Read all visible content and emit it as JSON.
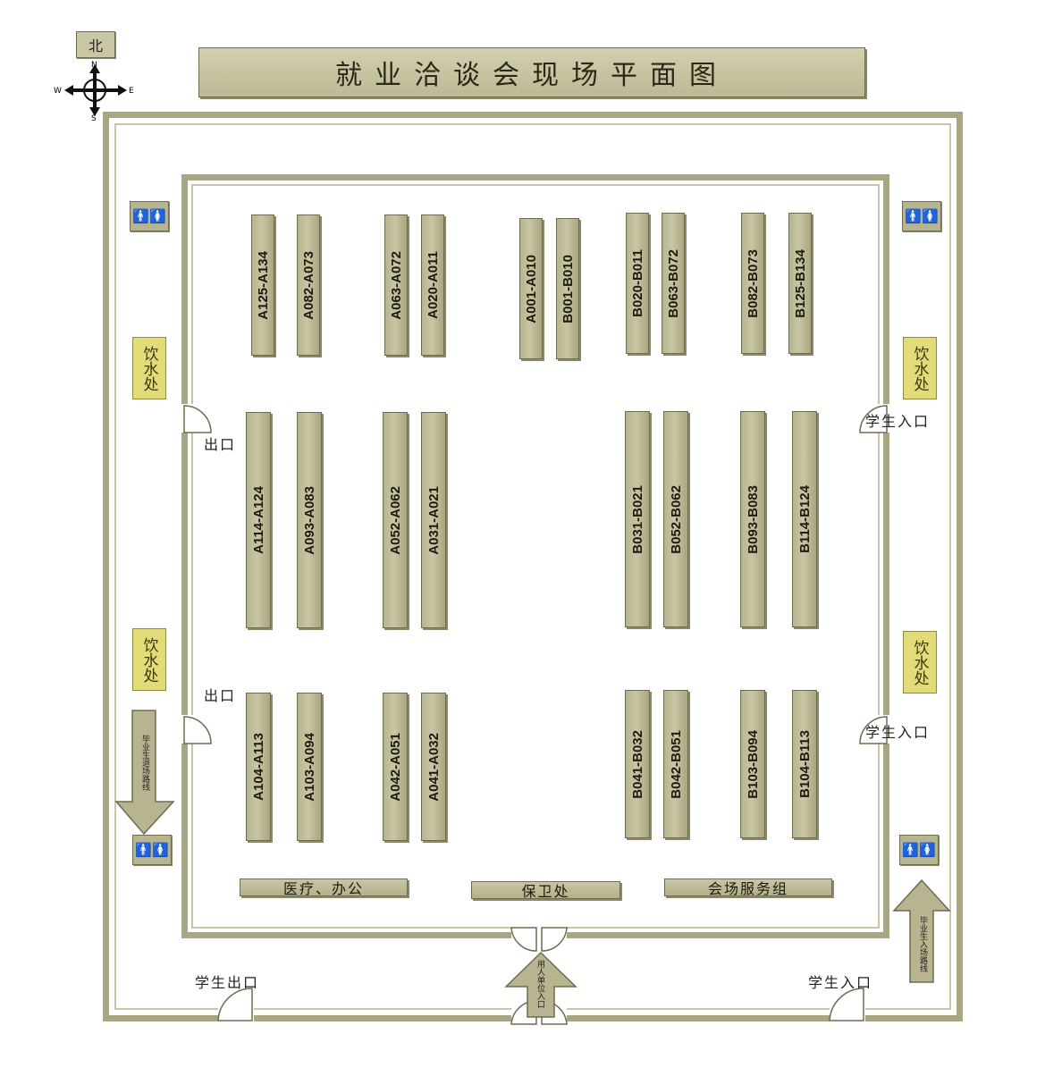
{
  "title": "就业洽谈会现场平面图",
  "compass": {
    "box_label": "北",
    "n": "N",
    "s": "S",
    "w": "W",
    "e": "E"
  },
  "booths_a_top": [
    "A125-A134",
    "A082-A073",
    "A063-A072",
    "A020-A011"
  ],
  "booths_center": [
    "A001-A010",
    "B001-B010"
  ],
  "booths_b_top": [
    "B020-B011",
    "B063-B072",
    "B082-B073",
    "B125-B134"
  ],
  "booths_a_mid": [
    "A114-A124",
    "A093-A083",
    "A052-A062",
    "A031-A021"
  ],
  "booths_b_mid": [
    "B031-B021",
    "B052-B062",
    "B093-B083",
    "B114-B124"
  ],
  "booths_a_bot": [
    "A104-A113",
    "A103-A094",
    "A042-A051",
    "A041-A032"
  ],
  "booths_b_bot": [
    "B041-B032",
    "B042-B051",
    "B103-B094",
    "B104-B113"
  ],
  "service": {
    "medical": "医疗、办公",
    "security": "保卫处",
    "venue": "会场服务组"
  },
  "water": "饮水处",
  "wc_icon": "restroom-icon",
  "exit": "出口",
  "student_entrance": "学生入口",
  "student_exit": "学生出口",
  "arrow_left": "毕业生退场路线",
  "arrow_right": "毕业生入场路线",
  "arrow_bottom": "用人单位入口"
}
